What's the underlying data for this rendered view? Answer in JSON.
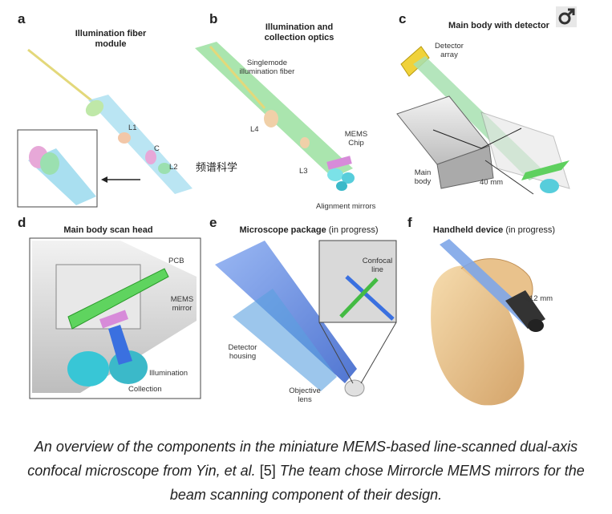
{
  "panels": [
    {
      "letter": "a",
      "title": "Illumination fiber module",
      "annotations": {
        "l1": "L1",
        "c": "C",
        "l2": "L2"
      }
    },
    {
      "letter": "b",
      "title": "Illumination and collection optics",
      "annotations": {
        "fiber": "Singlemode illumination fiber",
        "l4": "L4",
        "mems": "MEMS Chip",
        "l3": "L3",
        "mirrors": "Alignment mirrors"
      }
    },
    {
      "letter": "c",
      "title": "Main body with detector",
      "annotations": {
        "detector": "Detector array",
        "body": "Main body",
        "length": "40 mm"
      }
    },
    {
      "letter": "d",
      "title": "Main body scan head",
      "annotations": {
        "pcb": "PCB",
        "mems": "MEMS mirror",
        "illumination": "Illumination",
        "collection": "Collection"
      }
    },
    {
      "letter": "e",
      "title": "Microscope package",
      "title_suffix": "(in progress)",
      "annotations": {
        "confocal": "Confocal line",
        "housing": "Detector housing",
        "lens": "Objective lens"
      }
    },
    {
      "letter": "f",
      "title": "Handheld device",
      "title_suffix": "(in progress)",
      "annotations": {
        "size": "12 mm"
      }
    }
  ],
  "watermark": "频谱科学",
  "caption": {
    "part1": "An overview of the components in the miniature MEMS-based line-scanned dual-axis confocal microscope from Yin, ",
    "etal": "et al.",
    "ref": " [5] ",
    "part2": "The team chose Mirrorcle MEMS mirrors for the beam scanning component of their design."
  },
  "icons": {
    "corner": "gender-symbol-icon"
  }
}
